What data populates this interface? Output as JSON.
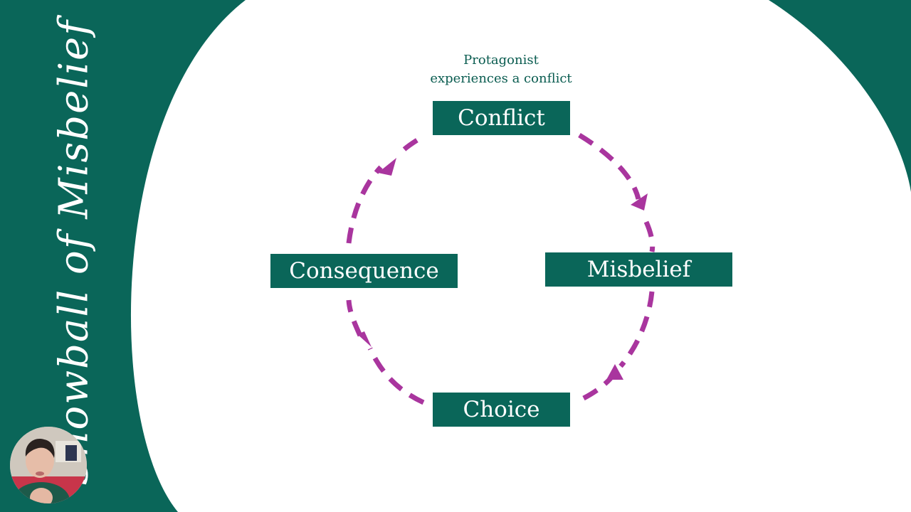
{
  "slide": {
    "side_title": "Snowball of Misbelief",
    "caption_lines": [
      "Protagonist",
      "experiences a conflict"
    ]
  },
  "diagram": {
    "nodes": {
      "conflict": "Conflict",
      "misbelief": "Misbelief",
      "choice": "Choice",
      "consequence": "Consequence"
    }
  },
  "colors": {
    "brand_green": "#0a6659",
    "arrow_magenta": "#a9359e",
    "text_green": "#0a5c50"
  }
}
